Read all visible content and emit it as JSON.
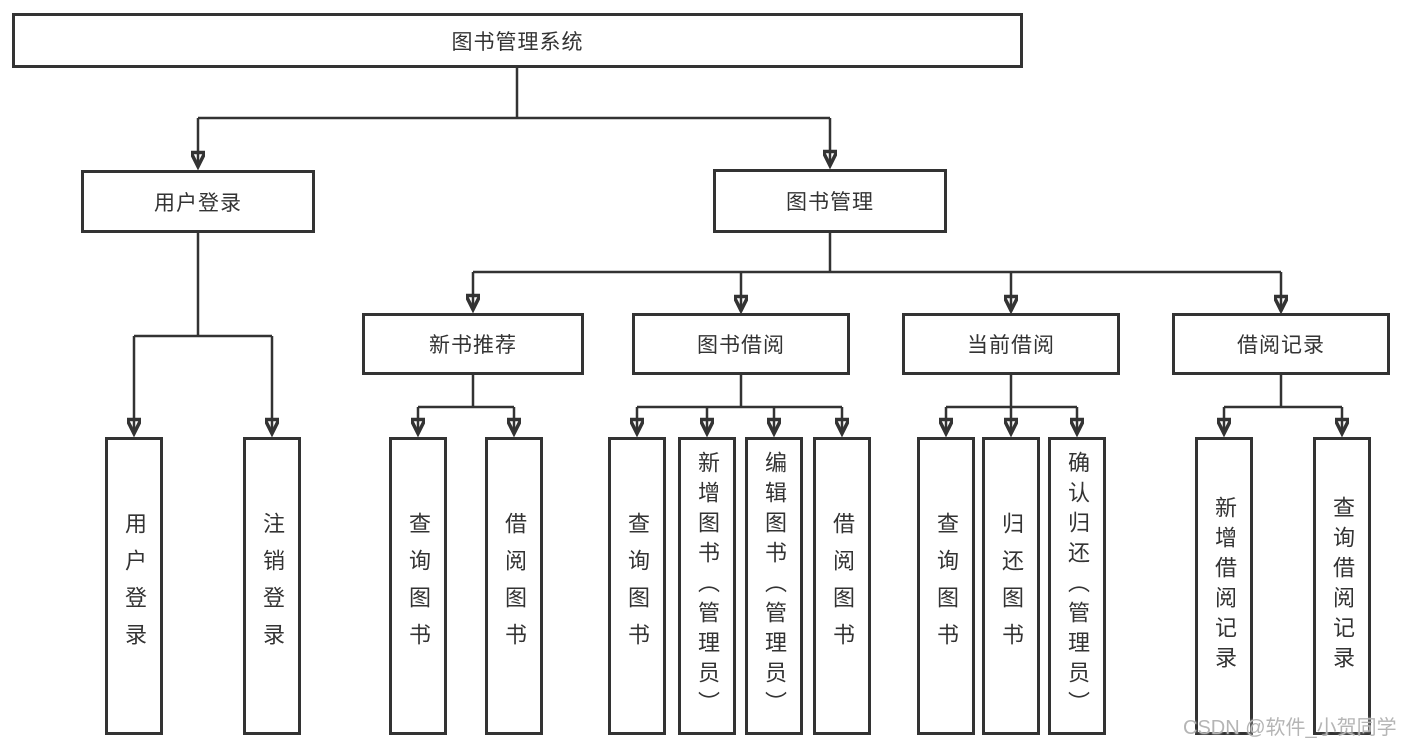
{
  "diagram": {
    "root": {
      "label": "图书管理系统"
    },
    "level2": [
      {
        "label": "用户登录",
        "children": [
          {
            "label": "用户登录"
          },
          {
            "label": "注销登录"
          }
        ]
      },
      {
        "label": "图书管理",
        "sections": [
          {
            "label": "新书推荐",
            "children": [
              {
                "label": "查询图书"
              },
              {
                "label": "借阅图书"
              }
            ]
          },
          {
            "label": "图书借阅",
            "children": [
              {
                "label": "查询图书"
              },
              {
                "label": "新增图书（管理员）"
              },
              {
                "label": "编辑图书（管理员）"
              },
              {
                "label": "借阅图书"
              }
            ]
          },
          {
            "label": "当前借阅",
            "children": [
              {
                "label": "查询图书"
              },
              {
                "label": "归还图书"
              },
              {
                "label": "确认归还（管理员）"
              }
            ]
          },
          {
            "label": "借阅记录",
            "children": [
              {
                "label": "新增借阅记录"
              },
              {
                "label": "查询借阅记录"
              }
            ]
          }
        ]
      }
    ]
  },
  "watermark": {
    "text": "CSDN @软件_小贺同学"
  },
  "colors": {
    "line": "#333333",
    "box_border": "#333333",
    "text": "#333333",
    "watermark": "#b5b5b5",
    "background": "#ffffff"
  }
}
